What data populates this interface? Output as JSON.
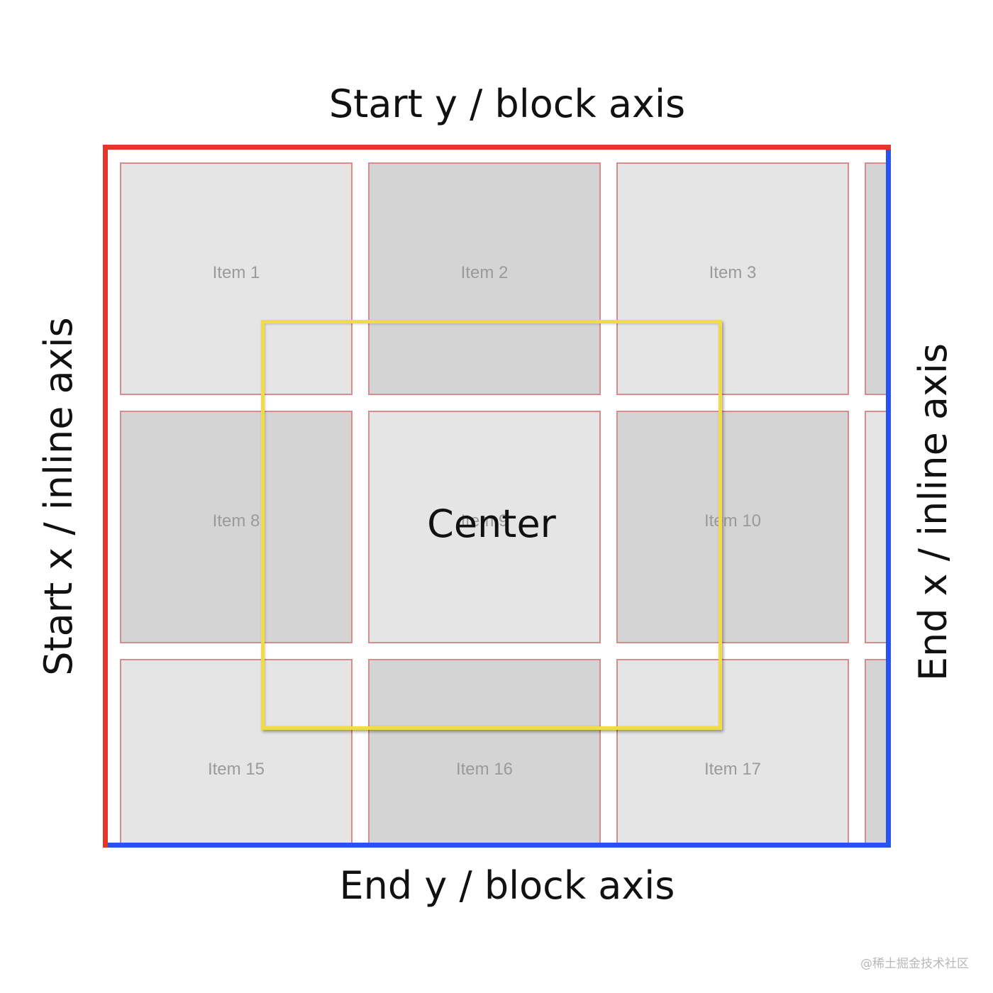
{
  "labels": {
    "start_y": "Start y / block axis",
    "end_y": "End y / block axis",
    "start_x": "Start x / inline axis",
    "end_x": "End x / inline axis",
    "center": "Center"
  },
  "grid": {
    "items": [
      {
        "label": "Item 1",
        "row": 0,
        "col": 0,
        "shade": "light"
      },
      {
        "label": "Item 2",
        "row": 0,
        "col": 1,
        "shade": "dark"
      },
      {
        "label": "Item 3",
        "row": 0,
        "col": 2,
        "shade": "light"
      },
      {
        "label": "",
        "row": 0,
        "col": 3,
        "shade": "dark"
      },
      {
        "label": "",
        "row": 1,
        "col": -1,
        "shade": "light"
      },
      {
        "label": "Item 8",
        "row": 1,
        "col": 0,
        "shade": "dark"
      },
      {
        "label": "Item 9",
        "row": 1,
        "col": 1,
        "shade": "light"
      },
      {
        "label": "Item 10",
        "row": 1,
        "col": 2,
        "shade": "dark"
      },
      {
        "label": "",
        "row": 1,
        "col": 3,
        "shade": "light"
      },
      {
        "label": "Item 15",
        "row": 2,
        "col": 0,
        "shade": "light"
      },
      {
        "label": "Item 16",
        "row": 2,
        "col": 1,
        "shade": "dark"
      },
      {
        "label": "Item 17",
        "row": 2,
        "col": 2,
        "shade": "light"
      },
      {
        "label": "",
        "row": 2,
        "col": 3,
        "shade": "dark"
      }
    ]
  },
  "colors": {
    "start_edge": "#e8352a",
    "end_edge": "#2554f0",
    "snap_outline": "#f2dc45",
    "cell_border": "#d98c8c",
    "cell_light": "#e5e5e5",
    "cell_dark": "#d4d4d4"
  },
  "watermark": "@稀土掘金技术社区"
}
